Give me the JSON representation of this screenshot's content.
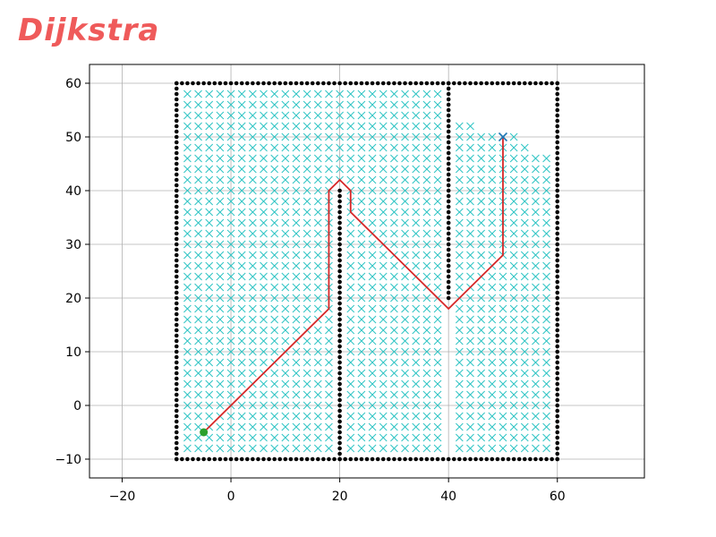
{
  "overlay_title": "Dijkstra",
  "chart_data": {
    "type": "scatter",
    "title": "",
    "xlabel": "",
    "ylabel": "",
    "xlim": [
      -26,
      76
    ],
    "ylim": [
      -13.5,
      63.5
    ],
    "xticks": [
      -20,
      0,
      20,
      40,
      60
    ],
    "yticks": [
      -10,
      0,
      10,
      20,
      30,
      40,
      50,
      60
    ],
    "xtick_labels": [
      "−20",
      "0",
      "20",
      "40",
      "60"
    ],
    "ytick_labels": [
      "−10",
      "0",
      "10",
      "20",
      "30",
      "40",
      "50",
      "60"
    ],
    "grid": true,
    "colors": {
      "obstacle": "#000000",
      "explored": "#2ec4c4",
      "path": "#d62728",
      "start": "#2ca02c",
      "goal": "#1f77b4",
      "grid": "#b0b0b0",
      "title": "#ef5a5a"
    },
    "grid_resolution": 2,
    "obstacle_segments": [
      {
        "from": [
          -10,
          -10
        ],
        "to": [
          60,
          -10
        ]
      },
      {
        "from": [
          60,
          -10
        ],
        "to": [
          60,
          60
        ]
      },
      {
        "from": [
          60,
          60
        ],
        "to": [
          -10,
          60
        ]
      },
      {
        "from": [
          -10,
          60
        ],
        "to": [
          -10,
          -10
        ]
      },
      {
        "from": [
          20,
          -10
        ],
        "to": [
          20,
          40
        ]
      },
      {
        "from": [
          40,
          60
        ],
        "to": [
          40,
          20
        ]
      }
    ],
    "explored_region": {
      "x_range": [
        -8,
        58
      ],
      "y_range": [
        -8,
        58
      ],
      "column_top_y": [
        {
          "x_from": -8,
          "x_to": 38,
          "top": 58
        },
        {
          "x_from": 42,
          "x_to": 44,
          "top": 52
        },
        {
          "x_from": 46,
          "x_to": 48,
          "top": 50
        },
        {
          "x_from": 50,
          "x_to": 52,
          "top": 50
        },
        {
          "x_from": 54,
          "x_to": 54,
          "top": 48
        },
        {
          "x_from": 56,
          "x_to": 58,
          "top": 46
        }
      ]
    },
    "path": {
      "x": [
        -5,
        18,
        18,
        20,
        22,
        22,
        40,
        50,
        50
      ],
      "y": [
        -5,
        18,
        40,
        42,
        40,
        36,
        18,
        28,
        50
      ]
    },
    "start": [
      -5,
      -5
    ],
    "goal": [
      50,
      50
    ]
  }
}
